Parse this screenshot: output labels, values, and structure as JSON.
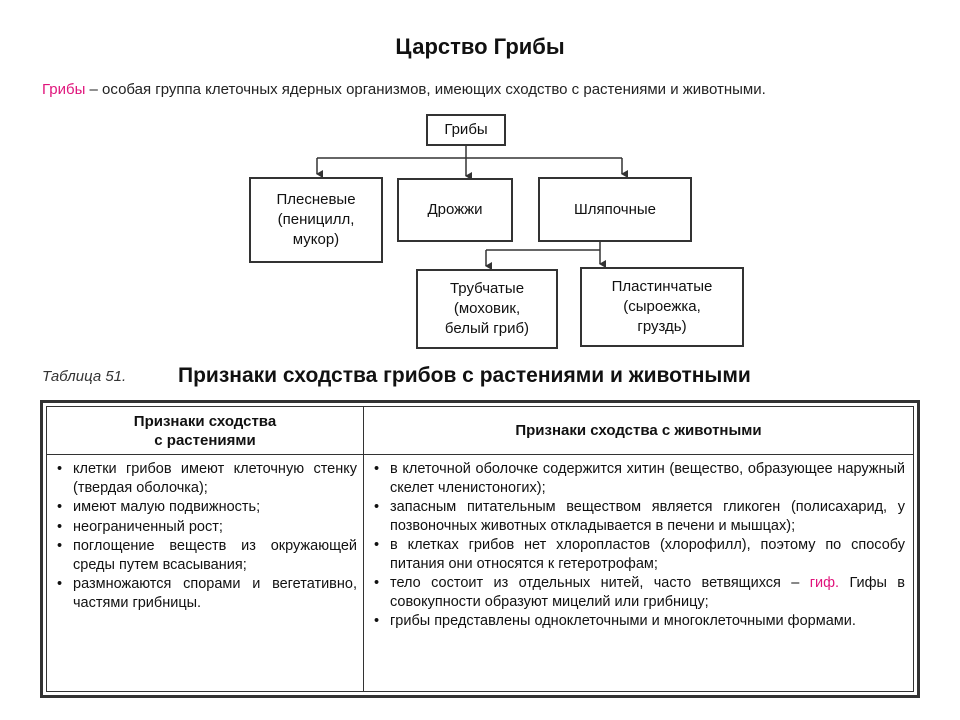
{
  "title": "Царство Грибы",
  "definition": {
    "term": "Грибы",
    "text": " – особая группа клеточных ядерных организмов, имеющих сходство с растениями и животными."
  },
  "diagram": {
    "root": "Грибы",
    "mold": "Плесневые\n(пеницилл,\nмукор)",
    "yeast": "Дрожжи",
    "cap": "Шляпочные",
    "tubular": "Трубчатые\n(моховик,\nбелый гриб)",
    "lamellar": "Пластинчатые\n(сыроежка,\nгруздь)"
  },
  "table": {
    "caption": "Таблица 51.",
    "title": "Признаки сходства грибов с растениями и животными",
    "col_plants": "Признаки сходства\nс растениями",
    "col_animals": "Признаки сходства с животными",
    "plants": [
      "клетки грибов имеют клеточную стенку (твердая оболочка);",
      "имеют малую подвижность;",
      "неограниченный рост;",
      "поглощение веществ из окружающей среды путем всасывания;",
      "размножаются спорами и вегетативно, частями грибницы."
    ],
    "animals": [
      "в клеточной оболочке содержится хитин (вещество, образующее наружный скелет членистоногих);",
      "запасным питательным веществом является гликоген (полисахарид, у позвоночных животных откладывается в печени и мышцах);",
      "в клетках грибов нет хлоропластов (хлорофилл), поэтому по способу питания они относятся к гетеротрофам;",
      "тело состоит из отдельных нитей, часто ветвящихся –",
      "гиф.",
      "Гифы в совокупности образуют мицелий или грибницу;",
      "грибы представлены одноклеточными и многоклеточными формами."
    ]
  }
}
